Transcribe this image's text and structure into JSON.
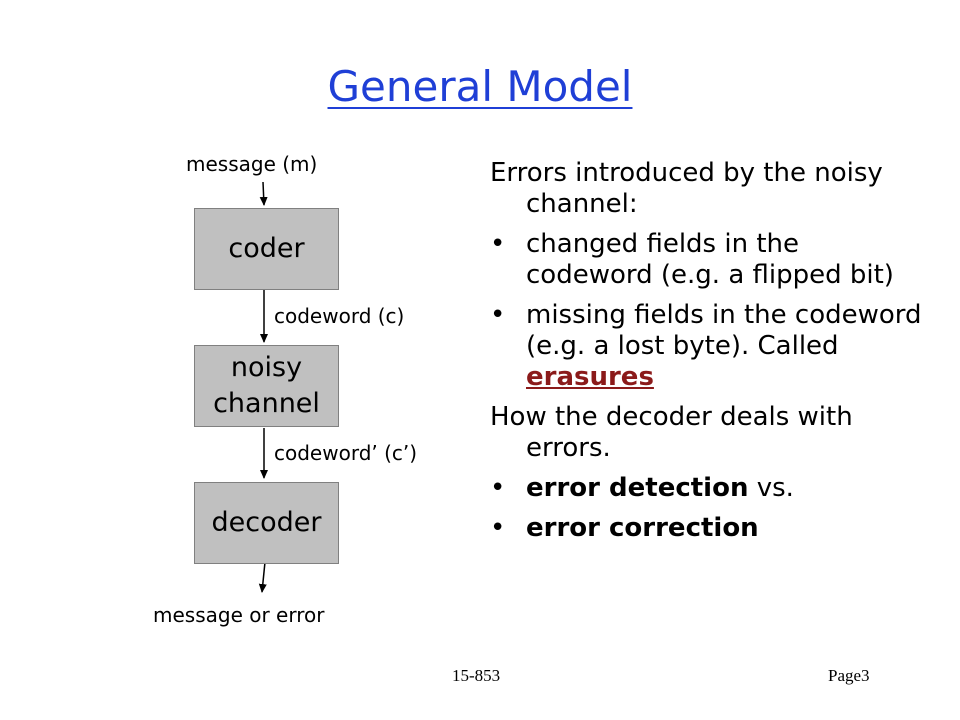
{
  "slide": {
    "title": "General Model",
    "footer_left": "15-853",
    "footer_right": "Page3"
  },
  "diagram": {
    "top_label": "message (m)",
    "coder_label": "coder",
    "channel_label_line1": "noisy",
    "channel_label_line2": "channel",
    "decoder_label": "decoder",
    "codeword_label": "codeword (c)",
    "codeword_prime_label": "codeword’ (c’)",
    "bottom_label": "message or error",
    "block_color": "#c0c0c0"
  },
  "text": {
    "intro": "Errors introduced by the noisy channel:",
    "bullet1": "changed fields in the codeword (e.g. a flipped bit)",
    "bullet2_pre": "missing fields in the codeword (e.g. a lost byte).  Called ",
    "bullet2_term": "erasures",
    "decoder_heading": "How the decoder deals with errors.",
    "bullet3_bold": "error detection",
    "bullet3_rest": " vs.",
    "bullet4_bold": "error correction",
    "bullet_char": "•"
  },
  "colors": {
    "title": "#1f3fd6",
    "erasures": "#8b1a1a"
  }
}
